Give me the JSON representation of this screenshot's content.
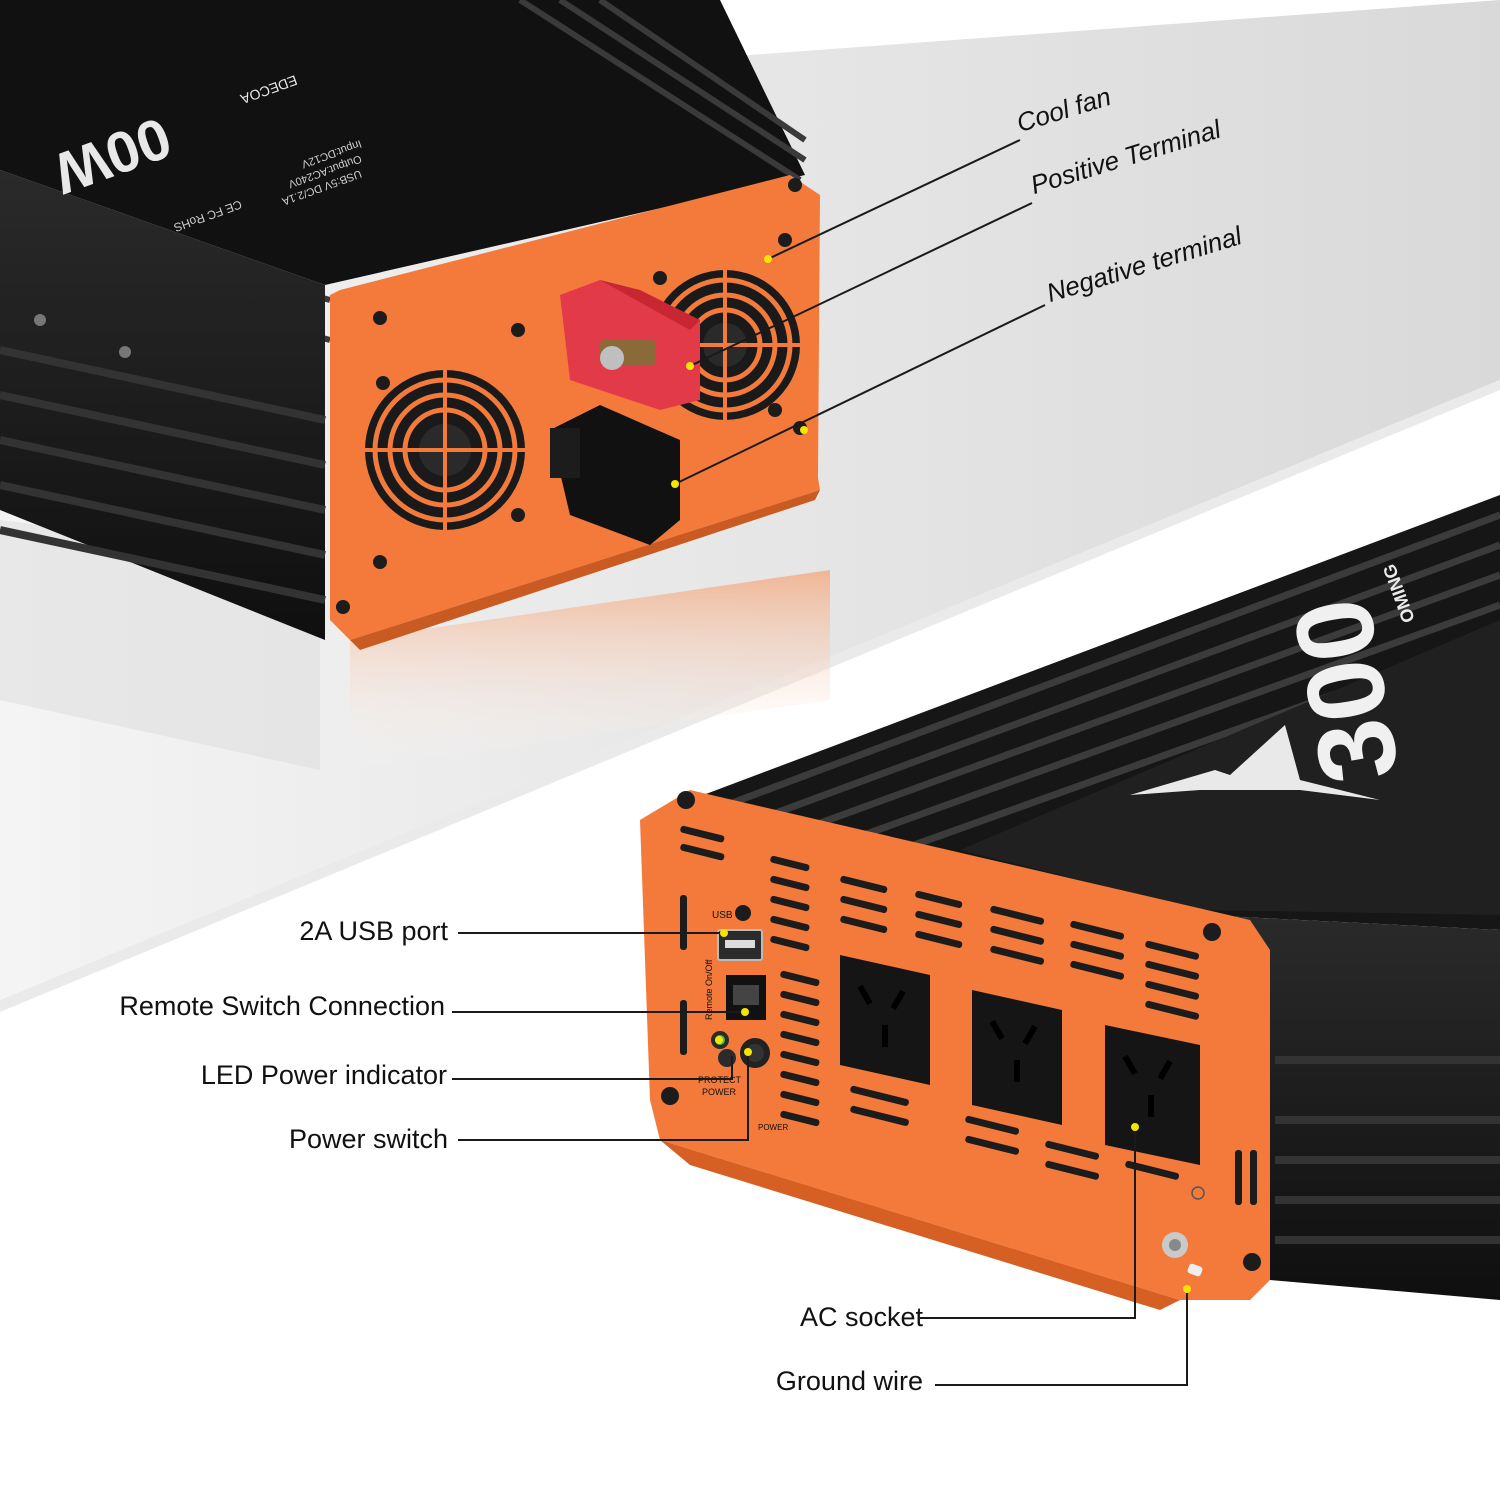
{
  "callouts_top": {
    "cool_fan": "Cool fan",
    "positive_terminal": "Positive Terminal",
    "negative_terminal": "Negative terminal"
  },
  "callouts_bottom": {
    "usb_port": "2A USB port",
    "remote_switch": "Remote Switch Connection",
    "led_indicator": "LED Power indicator",
    "power_switch": "Power switch",
    "ac_socket": "AC socket",
    "ground_wire": "Ground wire"
  },
  "device_top": {
    "rating": "00W",
    "brand": "EDECOA",
    "specs": [
      "Input:DC12V",
      "Output:AC240V",
      "USB:5V DC/2.1A"
    ],
    "marks": "CE FC RoHS"
  },
  "device_bottom": {
    "rating": "300",
    "brand": "OMING",
    "usb_label": "USB",
    "remote_label": "Remote On/Off",
    "protect_label": "PROTECT",
    "power_label": "POWER",
    "switch_label": "POWER"
  },
  "colors": {
    "panel_orange": "#F47A3C",
    "body_black": "#1c1c1c",
    "terminal_red": "#E23A48",
    "dot_yellow": "#F2E600"
  }
}
